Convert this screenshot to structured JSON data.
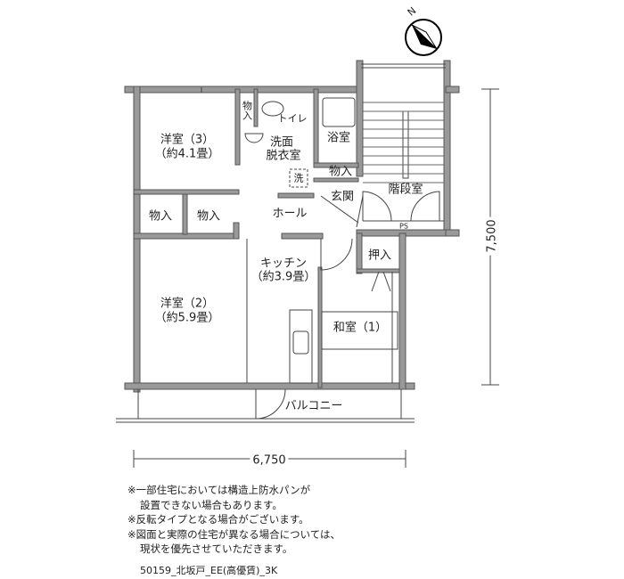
{
  "compass": {
    "label": "N"
  },
  "rooms": {
    "western3_name": "洋室（3）",
    "western3_size": "（約4.1畳）",
    "storage_small": "物入",
    "toilet": "トイレ",
    "washroom_1": "洗面",
    "washroom_2": "脱衣室",
    "washer": "洗",
    "bath": "浴室",
    "storage_entry": "物入",
    "entrance": "玄関",
    "stairs": "階段室",
    "ps": "PS",
    "storage_a": "物入",
    "storage_b": "物入",
    "hall": "ホール",
    "kitchen_name": "キッチン",
    "kitchen_size": "（約3.9畳）",
    "western2_name": "洋室（2）",
    "western2_size": "（約5.9畳）",
    "closet": "押入",
    "japanese1": "和室（1）",
    "balcony": "バルコニー"
  },
  "dimensions": {
    "width": "6,750",
    "depth": "7,500"
  },
  "notes": [
    "※一部住宅においては構造上防水パンが",
    "設置できない場合もあります。",
    "※反転タイプとなる場合がございます。",
    "※図面と実際の住宅が異なる場合については、",
    "現状を優先させていただきます。"
  ],
  "plan_code": "50159_北坂戸_EE(高優賃)_3K"
}
